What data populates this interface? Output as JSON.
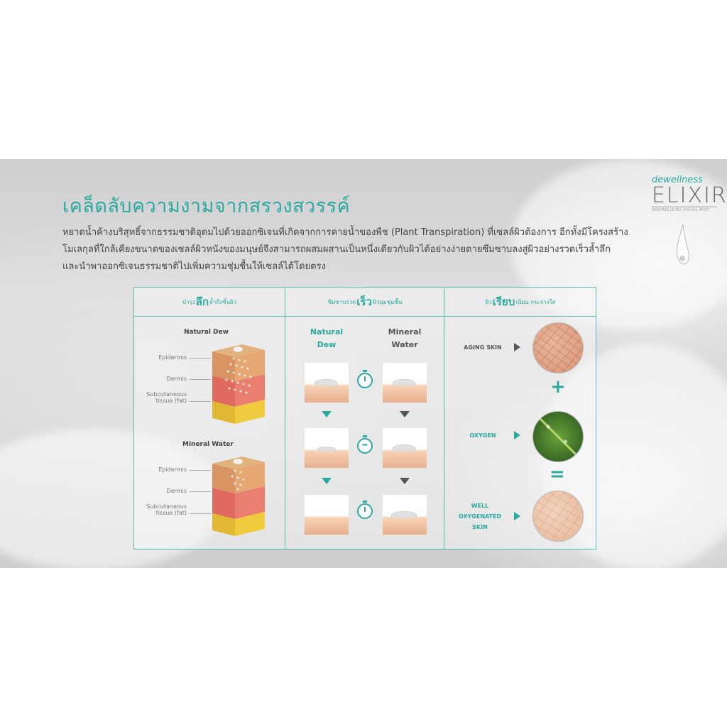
{
  "logo": {
    "brand": "dewellness",
    "name": "ELIXIR",
    "tagline": "NORMALIZING FACIAL MIST"
  },
  "title": "เคล็ดลับความงามจากสรวงสวรรค์",
  "paragraph": [
    "หยาดน้ำค้างบริสุทธิ์จากธรรมชาติอุดมไปด้วยออกซิเจนที่เกิดจากการคายน้ำของพืช (Plant Transpiration) ที่เซลล์ผิวต้องการ อีกทั้งมีโครงสร้าง",
    "โมเลกุลที่ใกล้เคียงขนาดของเซลล์ผิวหนังของมนุษย์จึงสามารถผสมผสานเป็นหนึ่งเดียวกับผิวได้อย่างง่ายดายซึมซาบลงสู่ผิวอย่างรวดเร็วล้ำลึก",
    "และนำพาออกซิเจนธรรมชาติไปเพิ่มความชุ่มชื้นให้เซลล์ได้โดยตรง"
  ],
  "col1": {
    "header_pre": "บำรุง",
    "header_big": "ลึก",
    "header_post": "ล้ำถึงชั้นผิว",
    "natural_dew": "Natural Dew",
    "mineral_water": "Mineral Water",
    "epidermis": "Epidermis",
    "dermis": "Dermis",
    "subcutaneous": "Subcutaneous",
    "tissue": "tissue (fat)"
  },
  "col2": {
    "header_pre": "ซึมซาบรวด",
    "header_big": "เร็ว",
    "header_post": "ผิวนุ่มชุ่มชื้น",
    "natural_line1": "Natural",
    "natural_line2": "Dew",
    "mineral_line1": "Mineral",
    "mineral_line2": "Water"
  },
  "col3": {
    "header_pre": "ผิว",
    "header_big": "เรียบ",
    "header_post": "เนียน กระจ่างใส",
    "aging_skin": "AGING SKIN",
    "oxygen": "OXYGEN",
    "well_line1": "WELL",
    "well_line2": "OXYGENATED",
    "well_line3": "SKIN",
    "plus": "+",
    "equals": "="
  }
}
